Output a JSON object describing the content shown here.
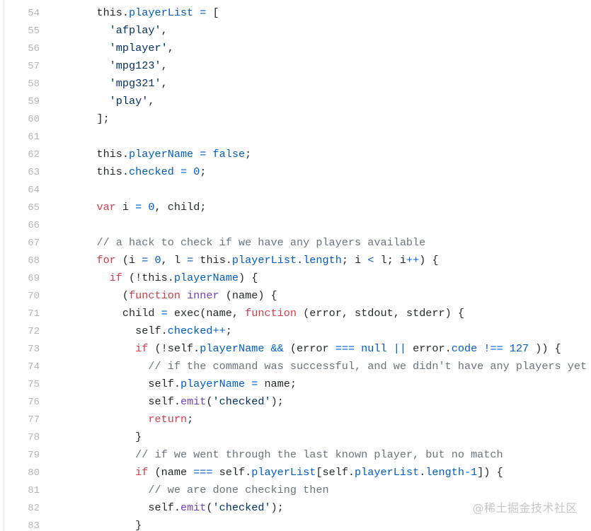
{
  "colors": {
    "keyword": "#d73a49",
    "property": "#005cc5",
    "string": "#032f62",
    "function_name": "#6f42c1",
    "comment": "#6a737d",
    "text": "#24292e",
    "line_number": "#b1b5bb"
  },
  "watermark": "@稀土掘金技术社区",
  "lines": [
    {
      "n": "54",
      "tokens": [
        [
          "txt",
          "    this."
        ],
        [
          "prop",
          "playerList"
        ],
        [
          "op",
          " = "
        ],
        [
          "txt",
          "["
        ]
      ]
    },
    {
      "n": "55",
      "tokens": [
        [
          "str",
          "      'afplay'"
        ],
        [
          "txt",
          ","
        ]
      ]
    },
    {
      "n": "56",
      "tokens": [
        [
          "str",
          "      'mplayer'"
        ],
        [
          "txt",
          ","
        ]
      ]
    },
    {
      "n": "57",
      "tokens": [
        [
          "str",
          "      'mpg123'"
        ],
        [
          "txt",
          ","
        ]
      ]
    },
    {
      "n": "58",
      "tokens": [
        [
          "str",
          "      'mpg321'"
        ],
        [
          "txt",
          ","
        ]
      ]
    },
    {
      "n": "59",
      "tokens": [
        [
          "str",
          "      'play'"
        ],
        [
          "txt",
          ","
        ]
      ]
    },
    {
      "n": "60",
      "tokens": [
        [
          "txt",
          "    ];"
        ]
      ]
    },
    {
      "n": "61",
      "tokens": []
    },
    {
      "n": "62",
      "tokens": [
        [
          "txt",
          "    this."
        ],
        [
          "prop",
          "playerName"
        ],
        [
          "op",
          " = "
        ],
        [
          "num",
          "false"
        ],
        [
          "txt",
          ";"
        ]
      ]
    },
    {
      "n": "63",
      "tokens": [
        [
          "txt",
          "    this."
        ],
        [
          "prop",
          "checked"
        ],
        [
          "op",
          " = "
        ],
        [
          "num",
          "0"
        ],
        [
          "txt",
          ";"
        ]
      ]
    },
    {
      "n": "64",
      "tokens": []
    },
    {
      "n": "65",
      "tokens": [
        [
          "kw",
          "    var"
        ],
        [
          "txt",
          " i "
        ],
        [
          "op",
          "="
        ],
        [
          "num",
          " 0"
        ],
        [
          "txt",
          ", child;"
        ]
      ]
    },
    {
      "n": "66",
      "tokens": []
    },
    {
      "n": "67",
      "tokens": [
        [
          "cm",
          "    // a hack to check if we have any players available"
        ]
      ]
    },
    {
      "n": "68",
      "tokens": [
        [
          "kw",
          "    for"
        ],
        [
          "txt",
          " (i "
        ],
        [
          "op",
          "="
        ],
        [
          "num",
          " 0"
        ],
        [
          "txt",
          ", l "
        ],
        [
          "op",
          "="
        ],
        [
          "txt",
          " this."
        ],
        [
          "prop",
          "playerList"
        ],
        [
          "txt",
          "."
        ],
        [
          "prop",
          "length"
        ],
        [
          "txt",
          "; i "
        ],
        [
          "op",
          "<"
        ],
        [
          "txt",
          " l; i"
        ],
        [
          "op",
          "++"
        ],
        [
          "txt",
          ") {"
        ]
      ]
    },
    {
      "n": "69",
      "tokens": [
        [
          "kw",
          "      if"
        ],
        [
          "txt",
          " (!this."
        ],
        [
          "prop",
          "playerName"
        ],
        [
          "txt",
          ") {"
        ]
      ]
    },
    {
      "n": "70",
      "tokens": [
        [
          "txt",
          "        ("
        ],
        [
          "kw",
          "function"
        ],
        [
          "fn",
          " inner"
        ],
        [
          "txt",
          " (name) {"
        ]
      ]
    },
    {
      "n": "71",
      "tokens": [
        [
          "txt",
          "        child "
        ],
        [
          "op",
          "="
        ],
        [
          "txt",
          " exec(name, "
        ],
        [
          "kw",
          "function"
        ],
        [
          "txt",
          " (error, stdout, stderr) {"
        ]
      ]
    },
    {
      "n": "72",
      "tokens": [
        [
          "txt",
          "          self."
        ],
        [
          "prop",
          "checked"
        ],
        [
          "op",
          "++"
        ],
        [
          "txt",
          ";"
        ]
      ]
    },
    {
      "n": "73",
      "tokens": [
        [
          "kw",
          "          if"
        ],
        [
          "txt",
          " (!self."
        ],
        [
          "prop",
          "playerName"
        ],
        [
          "op",
          " &&"
        ],
        [
          "txt",
          " (error "
        ],
        [
          "op",
          "==="
        ],
        [
          "num",
          " null"
        ],
        [
          "op",
          " ||"
        ],
        [
          "txt",
          " error."
        ],
        [
          "prop",
          "code"
        ],
        [
          "op",
          " !=="
        ],
        [
          "num",
          " 127"
        ],
        [
          "txt",
          " )) {"
        ]
      ]
    },
    {
      "n": "74",
      "tokens": [
        [
          "cm",
          "            // if the command was successful, and we didn't have any players yet"
        ]
      ]
    },
    {
      "n": "75",
      "tokens": [
        [
          "txt",
          "            self."
        ],
        [
          "prop",
          "playerName"
        ],
        [
          "op",
          " ="
        ],
        [
          "txt",
          " name;"
        ]
      ]
    },
    {
      "n": "76",
      "tokens": [
        [
          "txt",
          "            self."
        ],
        [
          "fn",
          "emit"
        ],
        [
          "txt",
          "("
        ],
        [
          "str",
          "'checked'"
        ],
        [
          "txt",
          ");"
        ]
      ]
    },
    {
      "n": "77",
      "tokens": [
        [
          "kw",
          "            return"
        ],
        [
          "txt",
          ";"
        ]
      ]
    },
    {
      "n": "78",
      "tokens": [
        [
          "txt",
          "          }"
        ]
      ]
    },
    {
      "n": "79",
      "tokens": [
        [
          "cm",
          "          // if we went through the last known player, but no match"
        ]
      ]
    },
    {
      "n": "80",
      "tokens": [
        [
          "kw",
          "          if"
        ],
        [
          "txt",
          " (name "
        ],
        [
          "op",
          "==="
        ],
        [
          "txt",
          " self."
        ],
        [
          "prop",
          "playerList"
        ],
        [
          "txt",
          "[self."
        ],
        [
          "prop",
          "playerList"
        ],
        [
          "txt",
          "."
        ],
        [
          "prop",
          "length"
        ],
        [
          "op",
          "-"
        ],
        [
          "num",
          "1"
        ],
        [
          "txt",
          "]) {"
        ]
      ]
    },
    {
      "n": "81",
      "tokens": [
        [
          "cm",
          "            // we are done checking then"
        ]
      ]
    },
    {
      "n": "82",
      "tokens": [
        [
          "txt",
          "            self."
        ],
        [
          "fn",
          "emit"
        ],
        [
          "txt",
          "("
        ],
        [
          "str",
          "'checked'"
        ],
        [
          "txt",
          ");"
        ]
      ]
    },
    {
      "n": "83",
      "tokens": [
        [
          "txt",
          "          }"
        ]
      ]
    }
  ]
}
